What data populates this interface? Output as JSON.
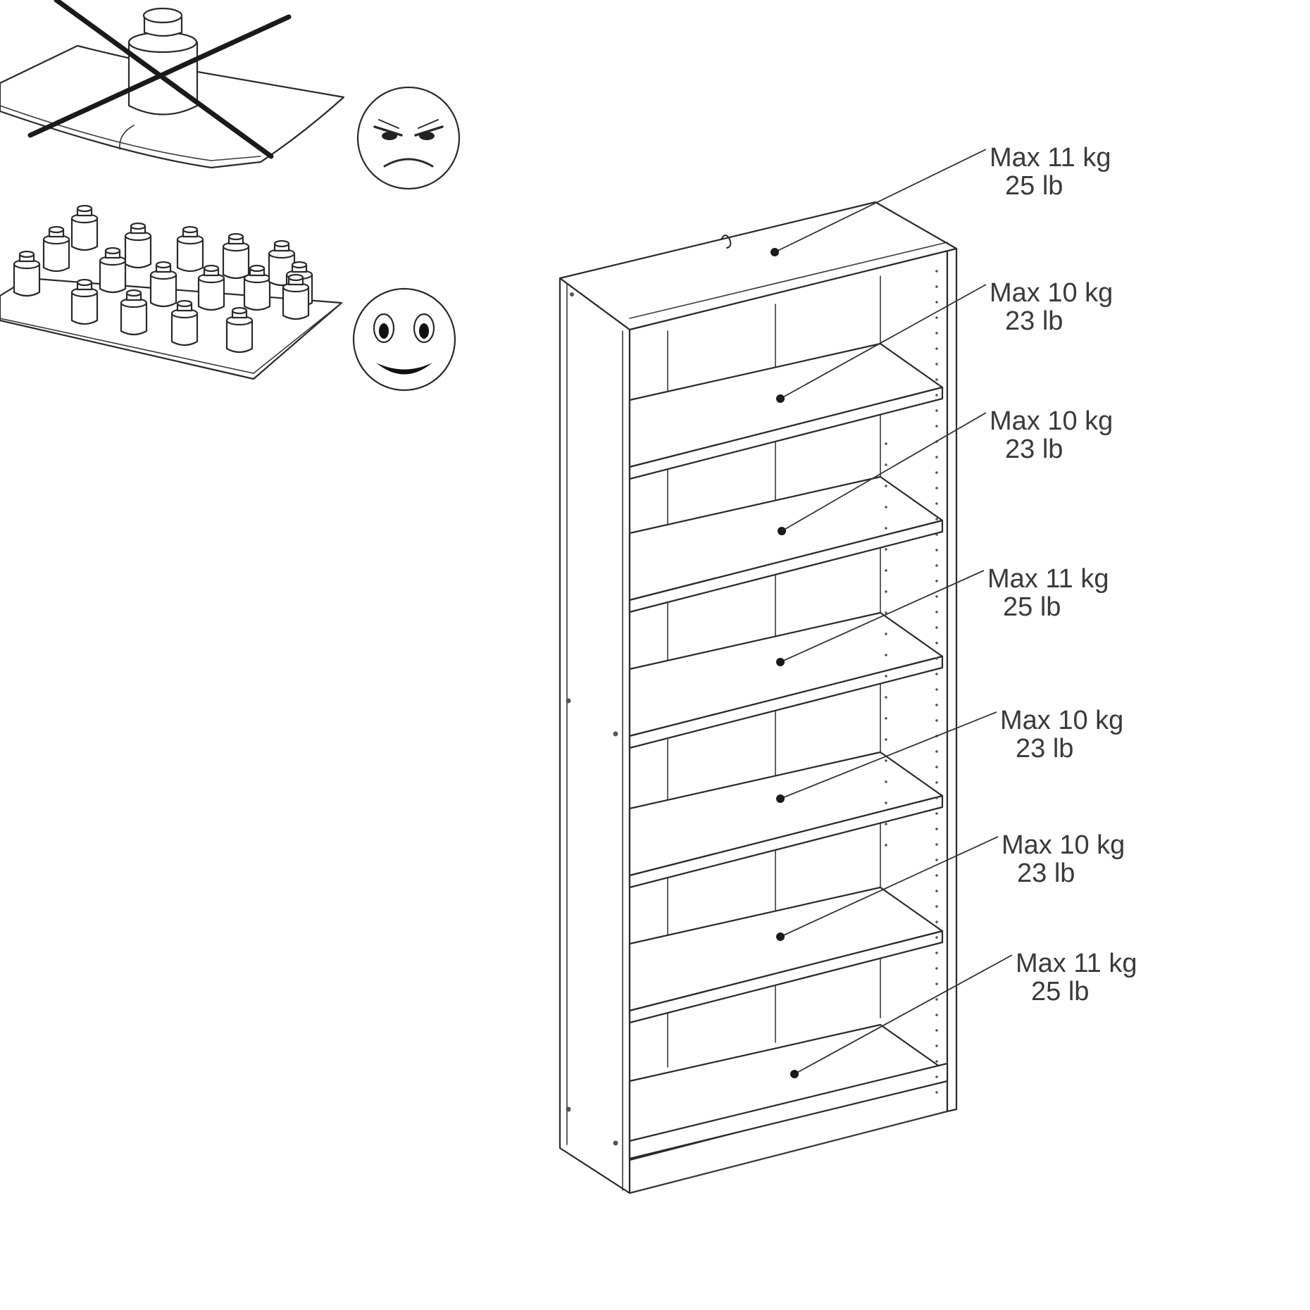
{
  "illustration": {
    "wrong_example": {
      "icon": "sad-face-icon",
      "marked": "crossed-out"
    },
    "right_example": {
      "icon": "happy-face-icon"
    }
  },
  "shelf_loads": [
    {
      "kg": "Max 11 kg",
      "lb": "25 lb"
    },
    {
      "kg": "Max 10 kg",
      "lb": "23 lb"
    },
    {
      "kg": "Max 10 kg",
      "lb": "23 lb"
    },
    {
      "kg": "Max 11 kg",
      "lb": "25 lb"
    },
    {
      "kg": "Max 10 kg",
      "lb": "23 lb"
    },
    {
      "kg": "Max 10 kg",
      "lb": "23 lb"
    },
    {
      "kg": "Max 11 kg",
      "lb": "25 lb"
    }
  ]
}
